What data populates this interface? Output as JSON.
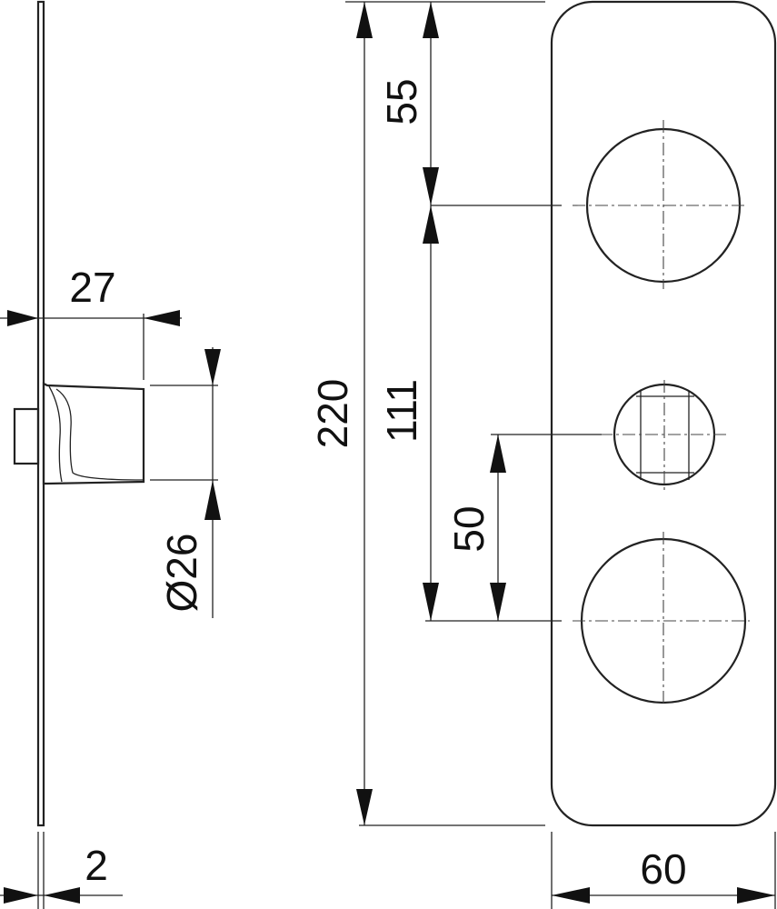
{
  "drawing": {
    "description_labels": {
      "dim_27": "27",
      "dim_2": "2",
      "dim_diameter": "Ø26",
      "dim_220": "220",
      "dim_55": "55",
      "dim_111": "111",
      "dim_50": "50",
      "dim_60": "60"
    },
    "colors": {
      "line": "#222222",
      "background": "#ffffff"
    }
  }
}
